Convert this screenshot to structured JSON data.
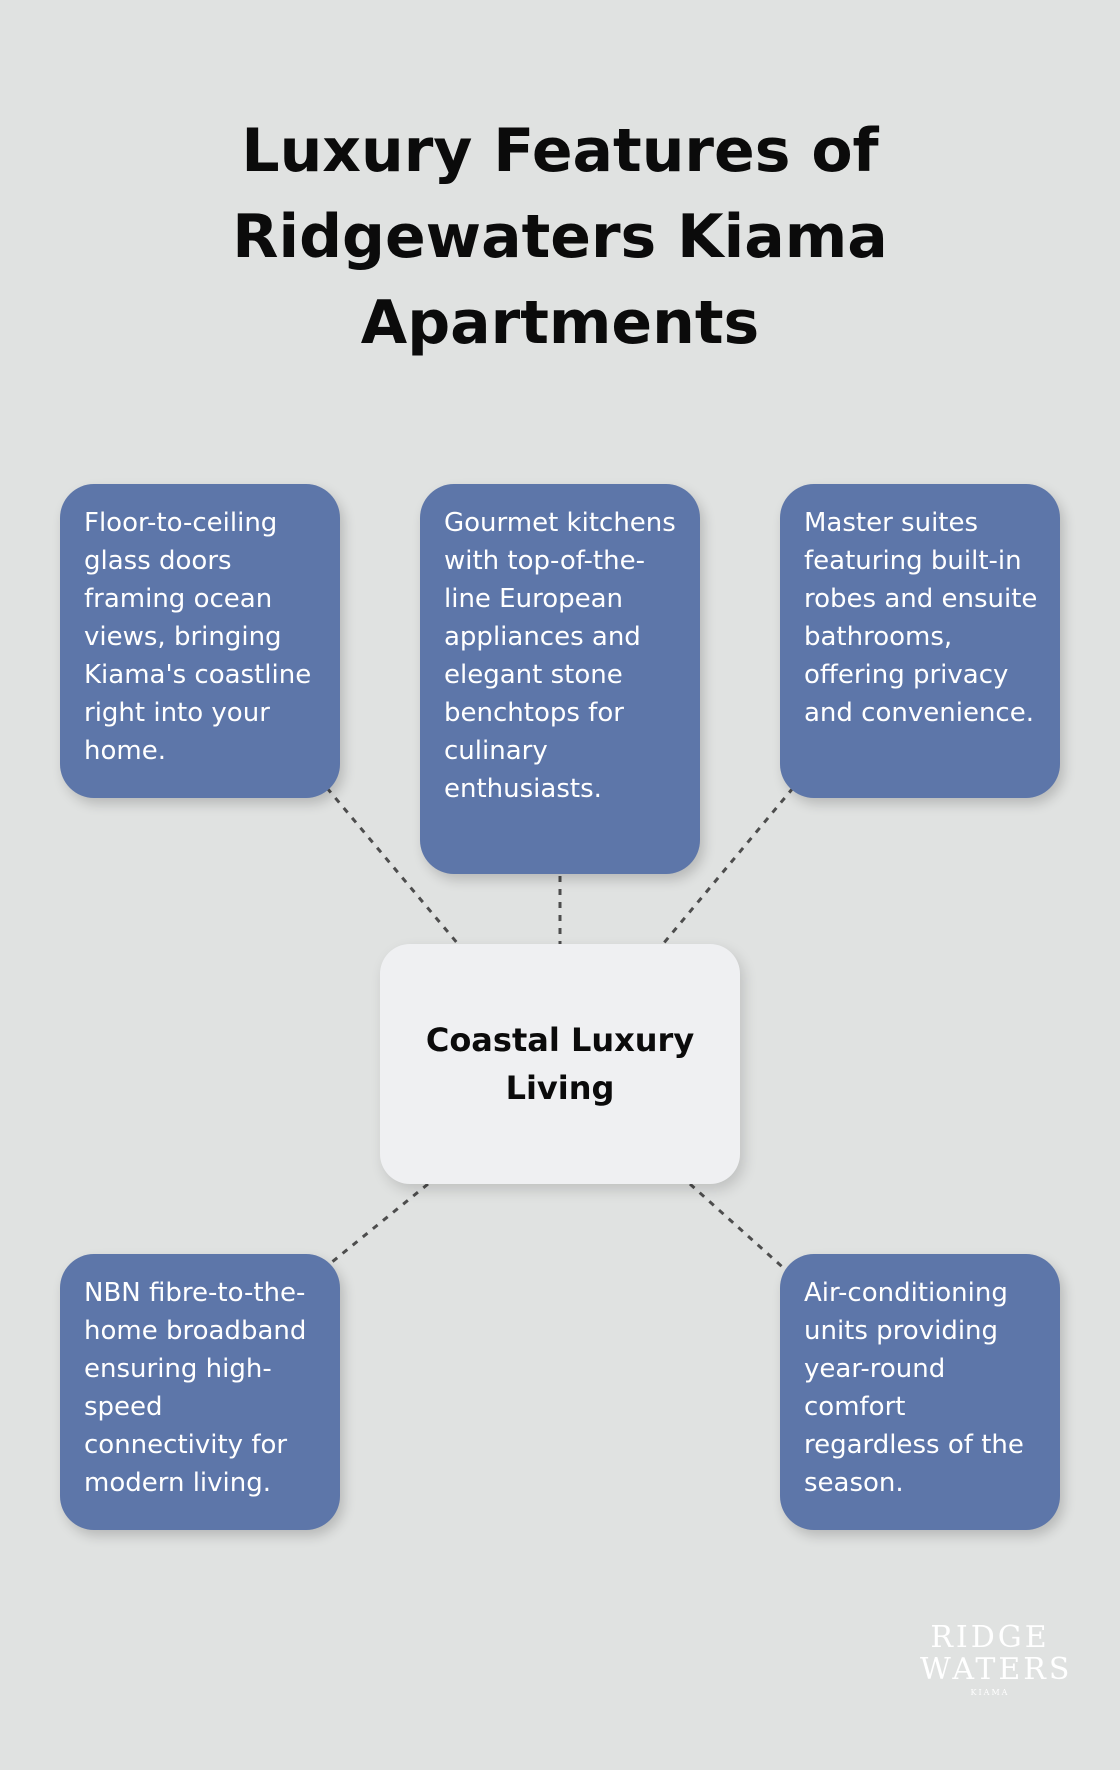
{
  "title": "Luxury Features of Ridgewaters Kiama Apartments",
  "center": {
    "label": "Coastal Luxury Living"
  },
  "features": [
    {
      "text": "Floor-to-ceiling glass doors framing ocean views, bringing Kiama's coastline right into your home."
    },
    {
      "text": "Gourmet kitchens with top-of-the-line European appliances and elegant stone benchtops for culinary enthusiasts."
    },
    {
      "text": "Master suites featuring built-in robes and ensuite bathrooms, offering privacy and convenience."
    },
    {
      "text": "NBN fibre-to-the-home broadband ensuring high-speed connectivity for modern living."
    },
    {
      "text": "Air-conditioning units providing year-round comfort regardless of the season."
    }
  ],
  "logo": {
    "line1": "RIDGE",
    "line2": "WATERS",
    "line3": "KIAMA"
  },
  "colors": {
    "background": "#e0e2e1",
    "box": "#5d76a9",
    "center": "#eff0f2",
    "connector": "#4d4d4d"
  }
}
